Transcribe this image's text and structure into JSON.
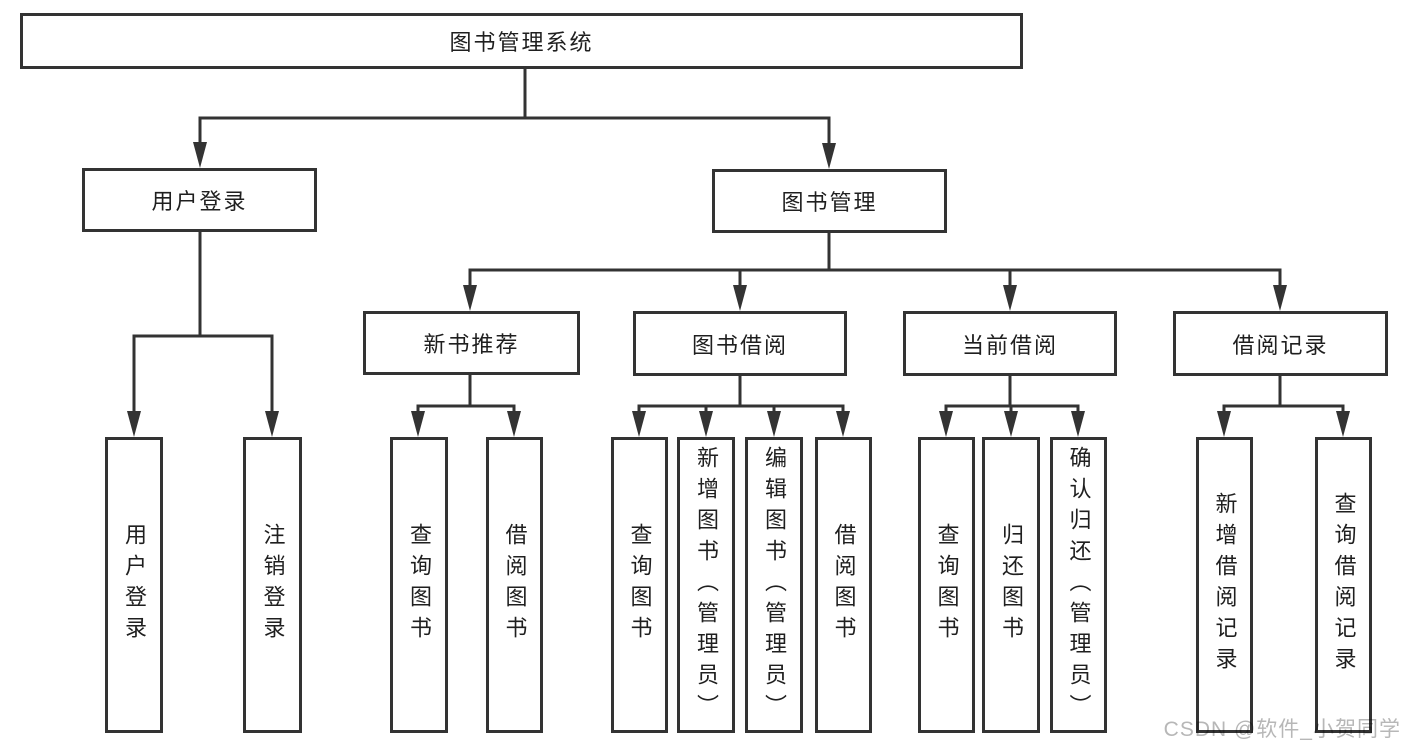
{
  "tree": {
    "root": {
      "label": "图书管理系统",
      "children": [
        {
          "label": "用户登录",
          "children": [
            {
              "label": "用户登录"
            },
            {
              "label": "注销登录"
            }
          ]
        },
        {
          "label": "图书管理",
          "children": [
            {
              "label": "新书推荐",
              "children": [
                {
                  "label": "查询图书"
                },
                {
                  "label": "借阅图书"
                }
              ]
            },
            {
              "label": "图书借阅",
              "children": [
                {
                  "label": "查询图书"
                },
                {
                  "label": "新增图书（管理员）"
                },
                {
                  "label": "编辑图书（管理员）"
                },
                {
                  "label": "借阅图书"
                }
              ]
            },
            {
              "label": "当前借阅",
              "children": [
                {
                  "label": "查询图书"
                },
                {
                  "label": "归还图书"
                },
                {
                  "label": "确认归还（管理员）"
                }
              ]
            },
            {
              "label": "借阅记录",
              "children": [
                {
                  "label": "新增借阅记录"
                },
                {
                  "label": "查询借阅记录"
                }
              ]
            }
          ]
        }
      ]
    }
  },
  "watermark": "CSDN @软件_小贺同学",
  "colors": {
    "line": "#333333",
    "text": "#1f1f1f",
    "watermark": "#b7b7b7",
    "background": "#ffffff"
  }
}
